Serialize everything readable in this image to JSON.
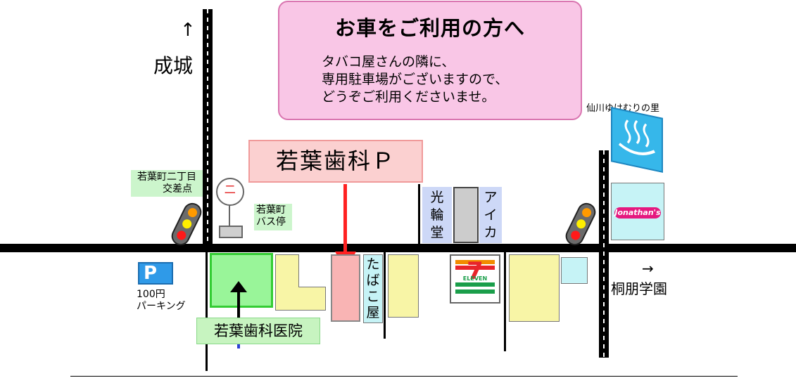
{
  "notice": {
    "title": "お車をご利用の方へ",
    "lines": [
      "タバコ屋さんの隣に、",
      "専用駐車場がございますので、",
      "どうぞご利用くださいませ。"
    ]
  },
  "landmarks": {
    "north_arrow": "↑",
    "north_label": "成城",
    "east_arrow": "→",
    "east_label": "桐朋学園",
    "intersection_line1": "若葉町二丁目",
    "intersection_line2": "交差点",
    "bus_stop_line1": "若葉町",
    "bus_stop_line2": "バス停",
    "bus_sign_glyph": "ニ",
    "parking_sign": "若葉歯科Ｐ",
    "clinic": "若葉歯科医院",
    "paid_parking_icon": "P",
    "paid_parking_line1": "100円",
    "paid_parking_line2": "パーキング",
    "tobacco": [
      "た",
      "ば",
      "こ",
      "屋"
    ],
    "store_left": [
      "光",
      "輪",
      "堂"
    ],
    "store_right": [
      "ア",
      "イ",
      "カ"
    ],
    "onsen": "仙川ゆけむりの里",
    "jonathan_logo": "Jonathan's",
    "seven_eleven_logo": "ELEVEN"
  },
  "colors": {
    "notice_bg": "#f9c6e6",
    "parking_bg": "#fbd0d0",
    "clinic_bg": "#99f599",
    "arrow_red": "#ff2222",
    "parking_blue": "#2f9ae8"
  }
}
